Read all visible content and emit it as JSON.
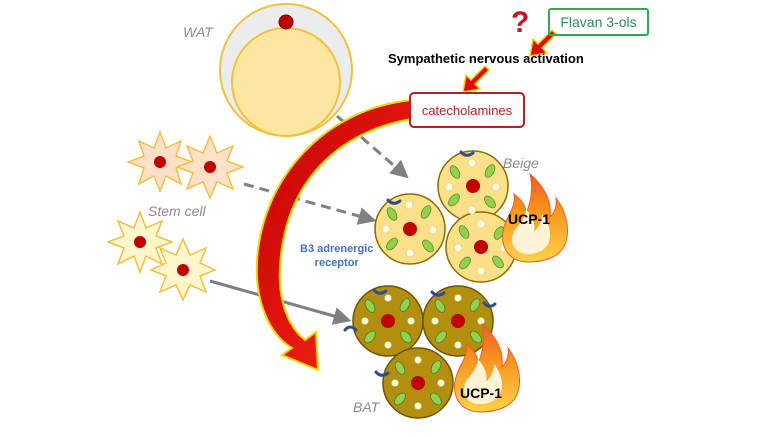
{
  "labels": {
    "wat": "WAT",
    "stem_cell": "Stem cell",
    "beige": "Beige",
    "bat": "BAT",
    "flavan": "Flavan 3-ols",
    "question": "?",
    "sympathetic": "Sympathetic nervous activation",
    "catecholamines": "catecholamines",
    "receptor_line1": "B3 adrenergic",
    "receptor_line2": "receptor",
    "ucp_beige": "UCP-1",
    "ucp_bat": "UCP-1"
  },
  "colors": {
    "wat_fill": "#fbe7a0",
    "wat_outer": "#ececec",
    "beige_fill": "#fbe08a",
    "bat_fill": "#b38f10",
    "stem_fill_left": "#fde0c7",
    "stem_fill_right": "#fff6cc",
    "nucleus": "#c00000",
    "mitochondria": "#92d050",
    "droplet": "#fffbe0",
    "receptor": "#2e4d8f",
    "big_arrow": "#e30613",
    "flame": "#f26a1b",
    "flavan_border": "#2eaa4f",
    "catechol_border": "#b22222"
  }
}
